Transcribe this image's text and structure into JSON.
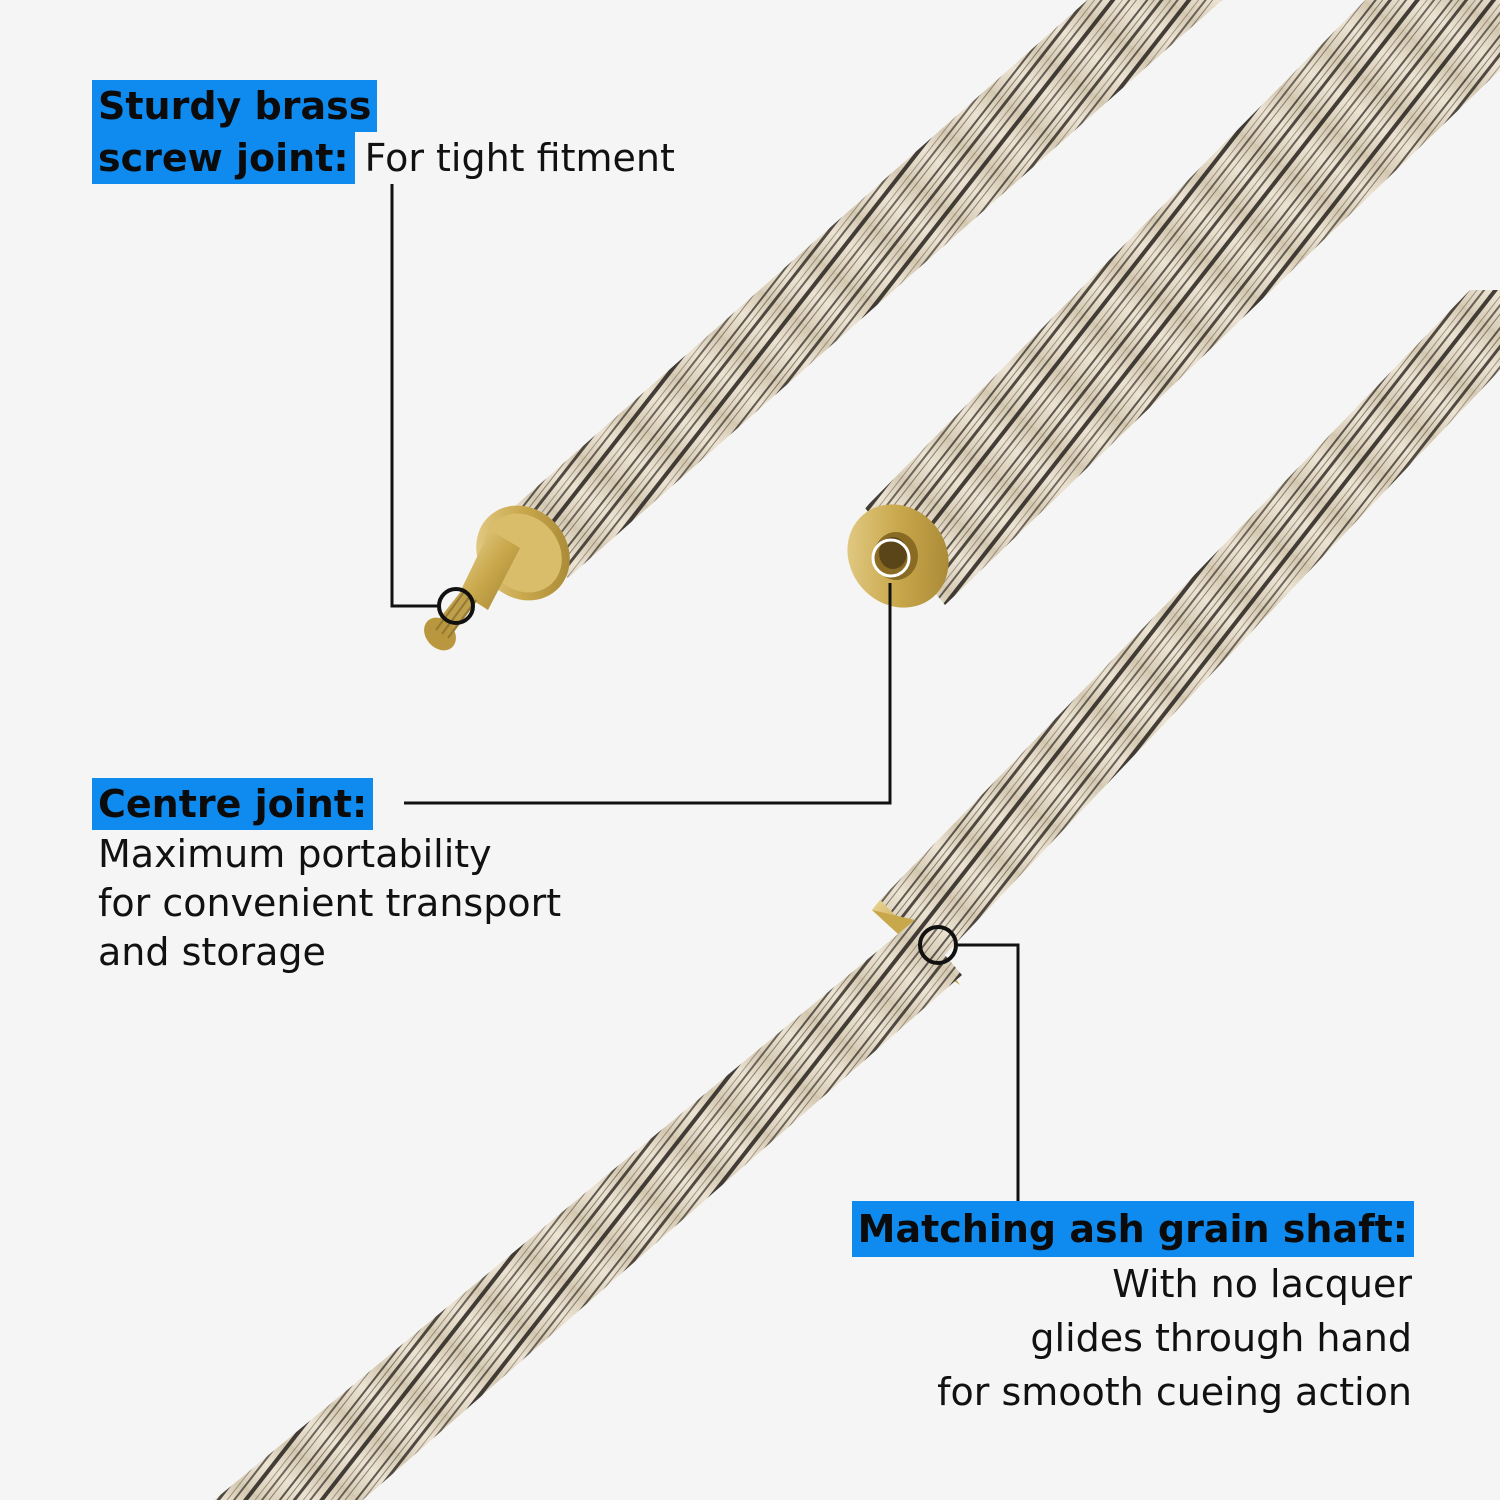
{
  "callouts": {
    "screw_joint": {
      "heading_line1": "Sturdy brass",
      "heading_line2": "screw joint:",
      "description": "For tight fitment"
    },
    "centre_joint": {
      "heading": "Centre joint:",
      "description_lines": [
        "Maximum portability",
        "for convenient transport",
        "and storage"
      ]
    },
    "shaft": {
      "heading": "Matching ash grain shaft:",
      "description_lines": [
        "With no lacquer",
        "glides through hand",
        "for smooth cueing action"
      ]
    }
  },
  "colors": {
    "background": "#f5f5f5",
    "highlight": "#0f8bf0",
    "ash_wood": "#e3d8c4",
    "grain_dark": "#3a342e",
    "brass": "#c9a84c",
    "leader_line": "#111111"
  }
}
